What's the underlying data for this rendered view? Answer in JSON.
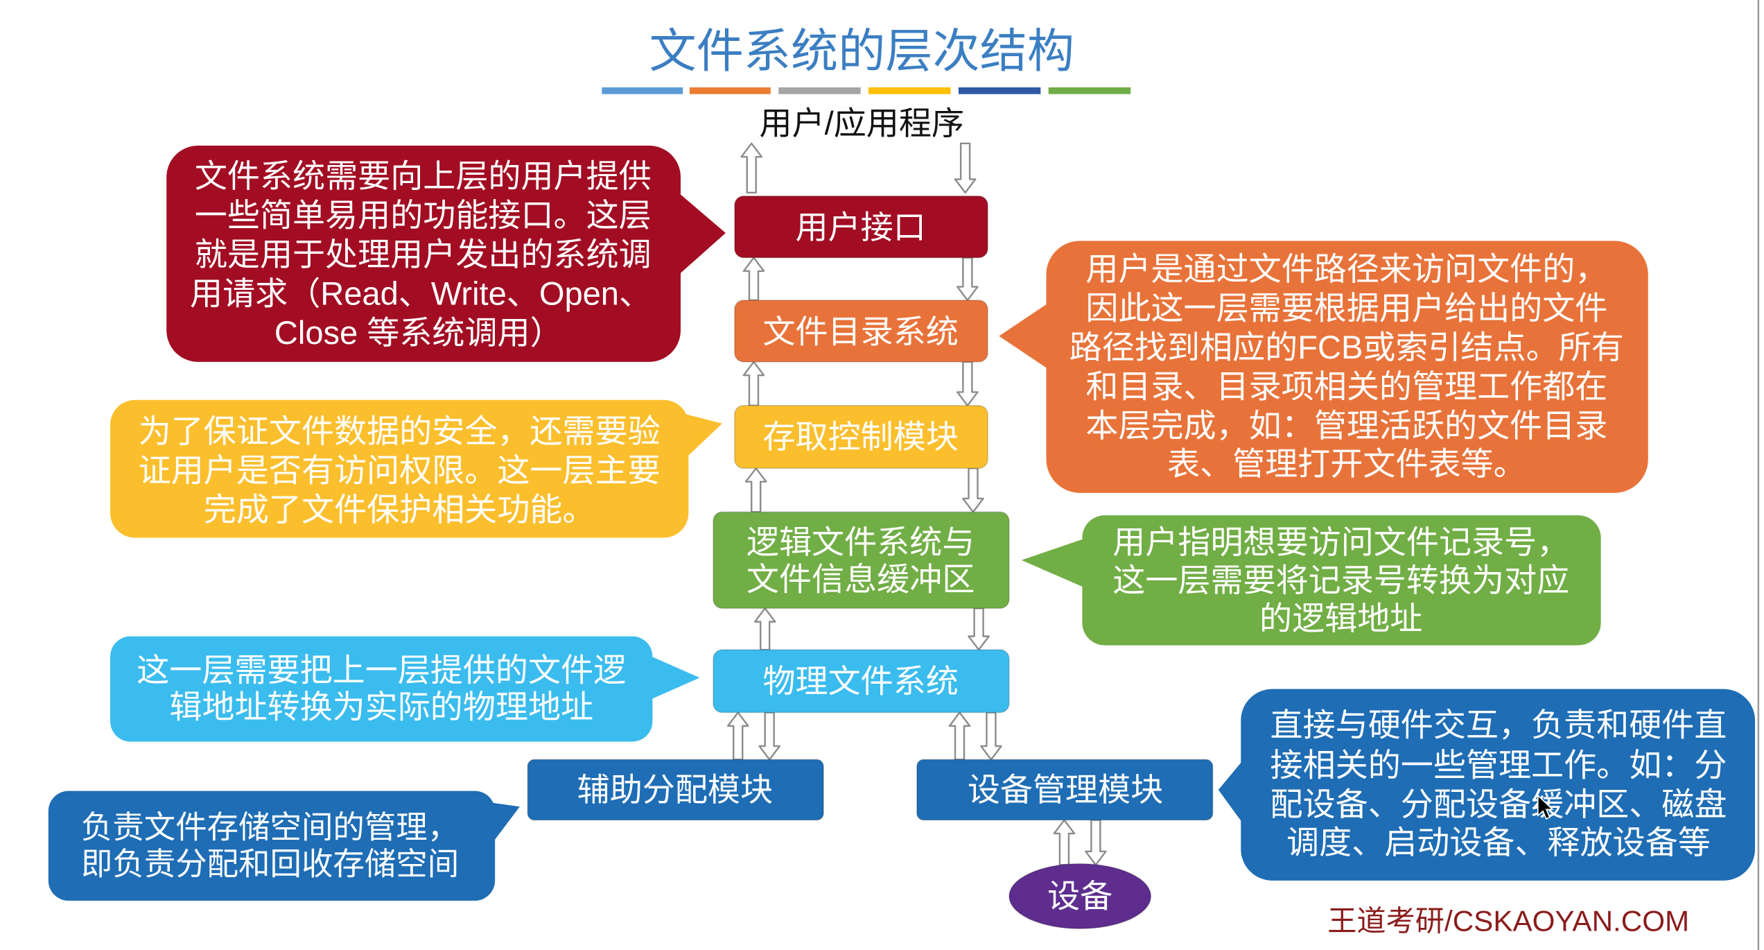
{
  "title": "文件系统的层次结构",
  "top_label": "用户/应用程序",
  "layers": {
    "user_interface": "用户接口",
    "file_directory_system": "文件目录系统",
    "access_control_module": "存取控制模块",
    "logical_file_system": [
      "逻辑文件系统与",
      "文件信息缓冲区"
    ],
    "physical_file_system": "物理文件系统",
    "allocation_module": "辅助分配模块",
    "device_management_module": "设备管理模块",
    "device": "设备"
  },
  "callouts": {
    "user_interface": [
      "文件系统需要向上层的用户提供",
      "一些简单易用的功能接口。这层",
      "就是用于处理用户发出的系统调",
      "用请求（Read、Write、Open、",
      "Close 等系统调用）"
    ],
    "file_directory_system": [
      "用户是通过文件路径来访问文件的，",
      "因此这一层需要根据用户给出的文件",
      "路径找到相应的FCB或索引结点。所有",
      "和目录、目录项相关的管理工作都在",
      "本层完成，如：管理活跃的文件目录",
      "表、管理打开文件表等。"
    ],
    "access_control_module": [
      "为了保证文件数据的安全，还需要验",
      "证用户是否有访问权限。这一层主要",
      "完成了文件保护相关功能。"
    ],
    "logical_file_system": [
      "用户指明想要访问文件记录号，",
      "这一层需要将记录号转换为对应",
      "的逻辑地址"
    ],
    "physical_file_system": [
      "这一层需要把上一层提供的文件逻",
      "辑地址转换为实际的物理地址"
    ],
    "allocation_module": [
      "负责文件存储空间的管理，",
      "即负责分配和回收存储空间"
    ],
    "device_management_module": [
      "直接与硬件交互，负责和硬件直",
      "接相关的一些管理工作。如：分",
      "配设备、分配设备缓冲区、磁盘",
      "调度、启动设备、释放设备等"
    ]
  },
  "footer": "王道考研/CSKAOYAN.COM",
  "colors": {
    "title": "#3b7ec2",
    "title_bar": [
      "#5b9bd5",
      "#ed7d31",
      "#a5a5a5",
      "#ffc000",
      "#2f58a5",
      "#70ad47"
    ],
    "user_interface": "#a20d23",
    "file_directory_system": "#e8733a",
    "access_control_module": "#fbbf2e",
    "logical_file_system": "#71ae45",
    "physical_file_system": "#3bbcee",
    "module_blue": "#1e6db5",
    "device": "#5e2d8e",
    "footer": "#8b1c1c"
  }
}
